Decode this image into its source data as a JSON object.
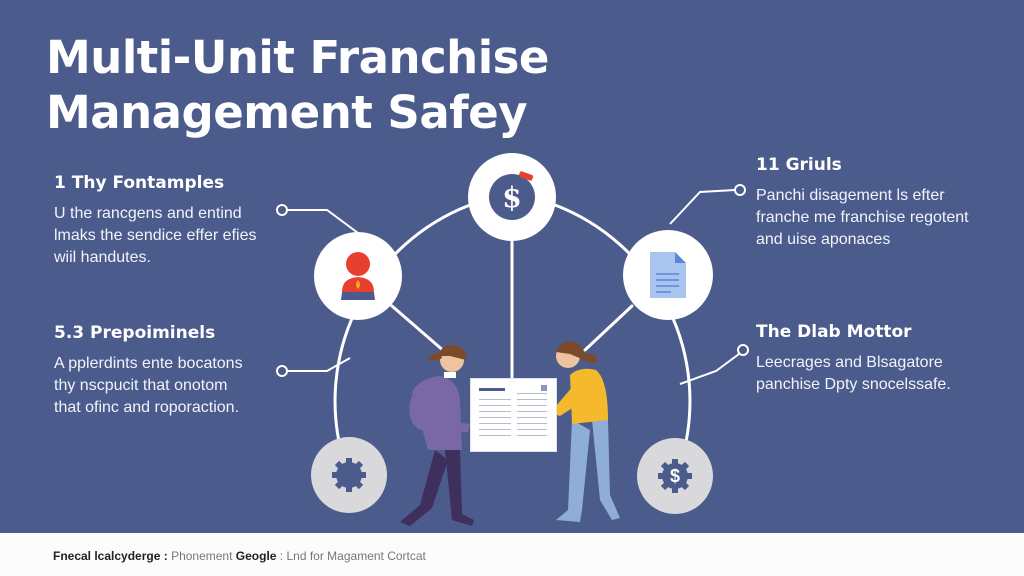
{
  "title": {
    "line1": "Multi-Unit Franchise",
    "line2": "Management Safey"
  },
  "blocks": [
    {
      "heading": "1 Thy Fontamples",
      "lines": [
        "U the rancgens and entind",
        "lmaks the sendice effer efies",
        "wiil handutes."
      ]
    },
    {
      "heading": "5.3 Prepoiminels",
      "lines": [
        "A pplerdints ente bocatons",
        "thy nscpucit that onotom",
        "that ofinc and roporaction."
      ]
    },
    {
      "heading": "11 Griuls",
      "lines": [
        "Panchi disagement ls efter",
        "franche me franchise regotent",
        "and uise aponaces"
      ]
    },
    {
      "heading": "The Dlab Mottor",
      "lines": [
        "Leecrages and Blsagatore",
        "panchise Dpty snocelssafe."
      ]
    }
  ],
  "nodes": {
    "top": {
      "icon": "dollar-icon",
      "glyph": "$"
    },
    "left": {
      "icon": "person-icon"
    },
    "right": {
      "icon": "document-icon"
    },
    "bottom_left": {
      "icon": "gear-icon"
    },
    "bottom_right": {
      "icon": "gear-dollar-icon",
      "glyph": "$"
    }
  },
  "illustration": {
    "description": "two people holding a document"
  },
  "footer": {
    "strong": "Fnecal lcalcyderge",
    "sep1": " : ",
    "part2": "Phonement ",
    "part3": "Geogle",
    "sep2": " : ",
    "part4": "Lnd for Magament Cortcat"
  },
  "colors": {
    "background": "#4b5b8b",
    "accent_red": "#e8402e",
    "doc_blue": "#a8c4ef",
    "footer_bg": "#fcfcfd"
  }
}
